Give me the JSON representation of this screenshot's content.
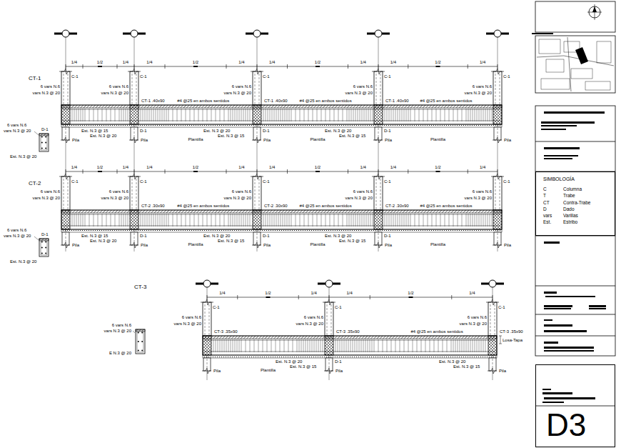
{
  "diagram": {
    "nodes": [
      {
        "text": [
          "SIMBOLOGÍA",
          "C",
          "Columna",
          "T",
          "Trabe",
          "CT",
          "Contra-Trabe",
          "D",
          "Dado",
          "vars",
          "Varillas",
          "Est.",
          "Estribo"
        ]
      },
      {
        "text": [
          "D3"
        ]
      }
    ],
    "labels": [
      "CT-1",
      "1/4",
      "1/2",
      "1/4",
      "1/4",
      "1/2",
      "1/4",
      "1/4",
      "1/2",
      "1/4",
      "1/4",
      "1/2",
      "1/4",
      "C-1",
      "C-1",
      "C-1",
      "C-1",
      "C-1",
      "6 vars N.6",
      "vars N.3 @ 20",
      "6 vars N.6",
      "vars N.3 @ 20",
      "6 vars N.6",
      "vars N.3 @ 20",
      "6 vars N.6",
      "vars N.3 @ 20",
      "6 vars N.6",
      "vars N.3 @ 20",
      "CT-1 .40x90",
      "CT-1 .40x90",
      "CT-1 .40x90",
      "#4 @25 en ambos sentidos",
      "#4 @25 en ambos sentidos",
      "#4 @25 en ambos sentidos",
      "Est. N.3 @ 15",
      "Est. N.3 @ 20",
      "D-1",
      "Est. N.3 @ 20",
      "Est. N.3 @ 15",
      "D-1",
      "Est. N.3 @ 20",
      "Est. N.3 @ 15",
      "D-1",
      "Plantilla",
      "Plantilla",
      "Plantilla",
      "Pila",
      "Pila",
      "Pila",
      "Pila",
      "Pila",
      "6 vars N.6",
      "vars N.3 @ 20",
      "D-1",
      "Est. N.3 @ 20",
      "CT-2",
      "1/4",
      "1/2",
      "1/4",
      "1/4",
      "1/2",
      "1/4",
      "1/4",
      "1/2",
      "1/4",
      "1/4",
      "1/2",
      "1/4",
      "C-1",
      "C-1",
      "C-1",
      "C-1",
      "C-1",
      "6 vars N.6",
      "vars N.3 @ 20",
      "6 vars N.6",
      "vars N.3 @ 20",
      "6 vars N.6",
      "vars N.3 @ 20",
      "6 vars N.6",
      "vars N.3 @ 20",
      "6 vars N.6",
      "vars N.3 @ 20",
      "CT-2 .30x90",
      "CT-2 .30x90",
      "CT-2 .30x90",
      "#4 @25 en ambos sentidos",
      "#4 @25 en ambos sentidos",
      "#4 @25 en ambos sentidos",
      "Est. N.3 @ 15",
      "Est. N.3 @ 20",
      "D-1",
      "Est. N.3 @ 20",
      "Est. N.3 @ 15",
      "D-1",
      "Est. N.3 @ 20",
      "Est. N.3 @ 15",
      "D-1",
      "Plantilla",
      "Plantilla",
      "Plantilla",
      "Pila",
      "Pila",
      "Pila",
      "Pila",
      "Pila",
      "6 vars N.6",
      "vars N.3 @ 20",
      "D-1",
      "Est. N.3 @ 20",
      "CT-3",
      "1/4",
      "1/2",
      "1/4",
      "1/4",
      "1/2",
      "1/4",
      "C-1",
      "C-1",
      "C-1",
      "6 vars N.6",
      "vars N.3 @ 20",
      "CT-3 .35x90",
      "6 vars N.6",
      "vars N.3 @ 20",
      "CT-3 .35x90",
      "6 vars N.6",
      "vars N.3 @ 20",
      "CT-3 .35x90",
      "#4 @25 en ambos sentidos",
      "Losa-Tapa",
      "Plantilla",
      "Est. N.3 @ 20",
      "Est. N.3 @ 15",
      "D-1",
      "Est. N.3 @ 20",
      "Est. N.3 @ 15",
      "Pila",
      "Pila",
      "Pila",
      "6 vars N.6",
      "vars N.3 @ 20",
      "E N.3 @ 20"
    ]
  }
}
